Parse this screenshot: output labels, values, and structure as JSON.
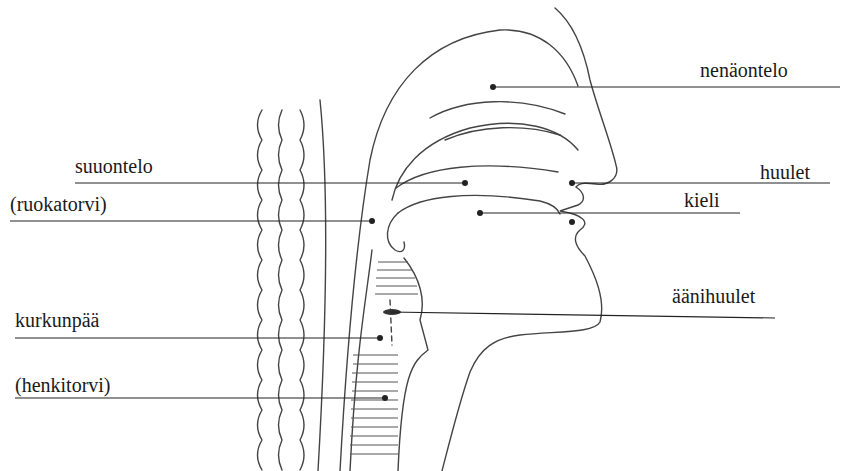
{
  "diagram": {
    "labels": [
      "nenäontelo",
      "suuontelo",
      "huulet",
      "(ruokatorvi)",
      "kieli",
      "äänihuulet",
      "kurkunpää",
      "(henkitorvi)"
    ]
  }
}
